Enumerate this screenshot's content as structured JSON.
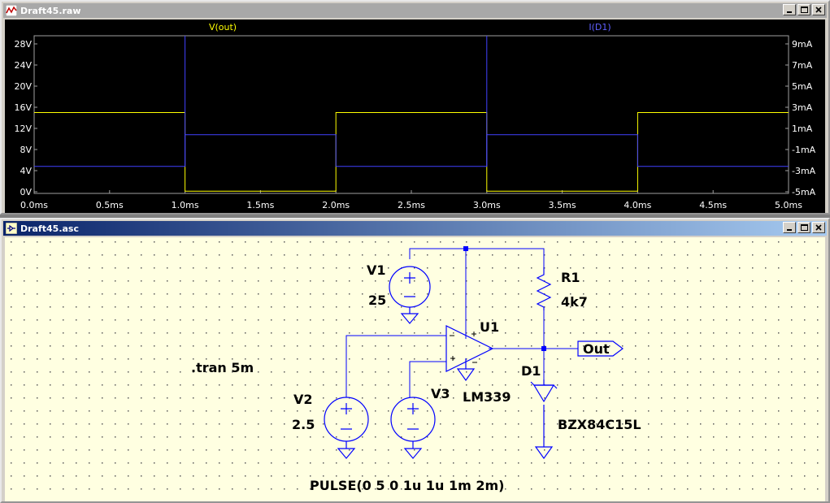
{
  "waveform_window": {
    "title": "Draft45.raw",
    "controls": {
      "minimize": "minimize-icon",
      "maximize": "maximize-icon",
      "close": "close-icon"
    },
    "plot": {
      "traces": [
        {
          "name": "V(out)",
          "color": "#ffff00"
        },
        {
          "name": "I(D1)",
          "color": "#4040ff"
        }
      ],
      "y_left_ticks": [
        "28V",
        "24V",
        "20V",
        "16V",
        "12V",
        "8V",
        "4V",
        "0V"
      ],
      "y_right_ticks": [
        "9mA",
        "7mA",
        "5mA",
        "3mA",
        "1mA",
        "-1mA",
        "-3mA",
        "-5mA"
      ],
      "x_ticks": [
        "0.0ms",
        "0.5ms",
        "1.0ms",
        "1.5ms",
        "2.0ms",
        "2.5ms",
        "3.0ms",
        "3.5ms",
        "4.0ms",
        "4.5ms",
        "5.0ms"
      ]
    }
  },
  "chart_data": {
    "type": "line",
    "xlabel": "",
    "ylabel": "",
    "x_unit": "ms",
    "xlim": [
      0,
      5
    ],
    "ylim_left": [
      0,
      30
    ],
    "ylim_right": [
      -5,
      10
    ],
    "grid": false,
    "series": [
      {
        "name": "V(out)",
        "axis": "left",
        "color": "#ffff00",
        "x": [
          0,
          1,
          1,
          2,
          2,
          3,
          3,
          4,
          4,
          5
        ],
        "y": [
          15,
          15,
          0.1,
          0.1,
          15,
          15,
          0.1,
          0.1,
          15,
          15
        ]
      },
      {
        "name": "I(D1)",
        "axis": "right",
        "color": "#4040ff",
        "x": [
          0,
          1,
          1,
          2,
          2,
          3,
          3,
          4,
          4,
          5
        ],
        "y": [
          -2.6,
          -2.6,
          0.4,
          0.4,
          -2.6,
          -2.6,
          0.4,
          0.4,
          -2.6,
          -2.6
        ]
      }
    ]
  },
  "schematic_window": {
    "title": "Draft45.asc",
    "controls": {
      "minimize": "minimize-icon",
      "maximize": "maximize-icon",
      "close": "close-icon"
    },
    "labels": {
      "v1_name": "V1",
      "v1_value": "25",
      "r1_name": "R1",
      "r1_value": "4k7",
      "u1_name": "U1",
      "u1_value": "LM339",
      "d1_name": "D1",
      "d1_value": "BZX84C15L",
      "v2_name": "V2",
      "v2_value": "2.5",
      "v3_name": "V3",
      "v3_value": "PULSE(0 5 0 1u 1u 1m 2m)",
      "out_label": "Out",
      "directive": ".tran 5m"
    }
  }
}
